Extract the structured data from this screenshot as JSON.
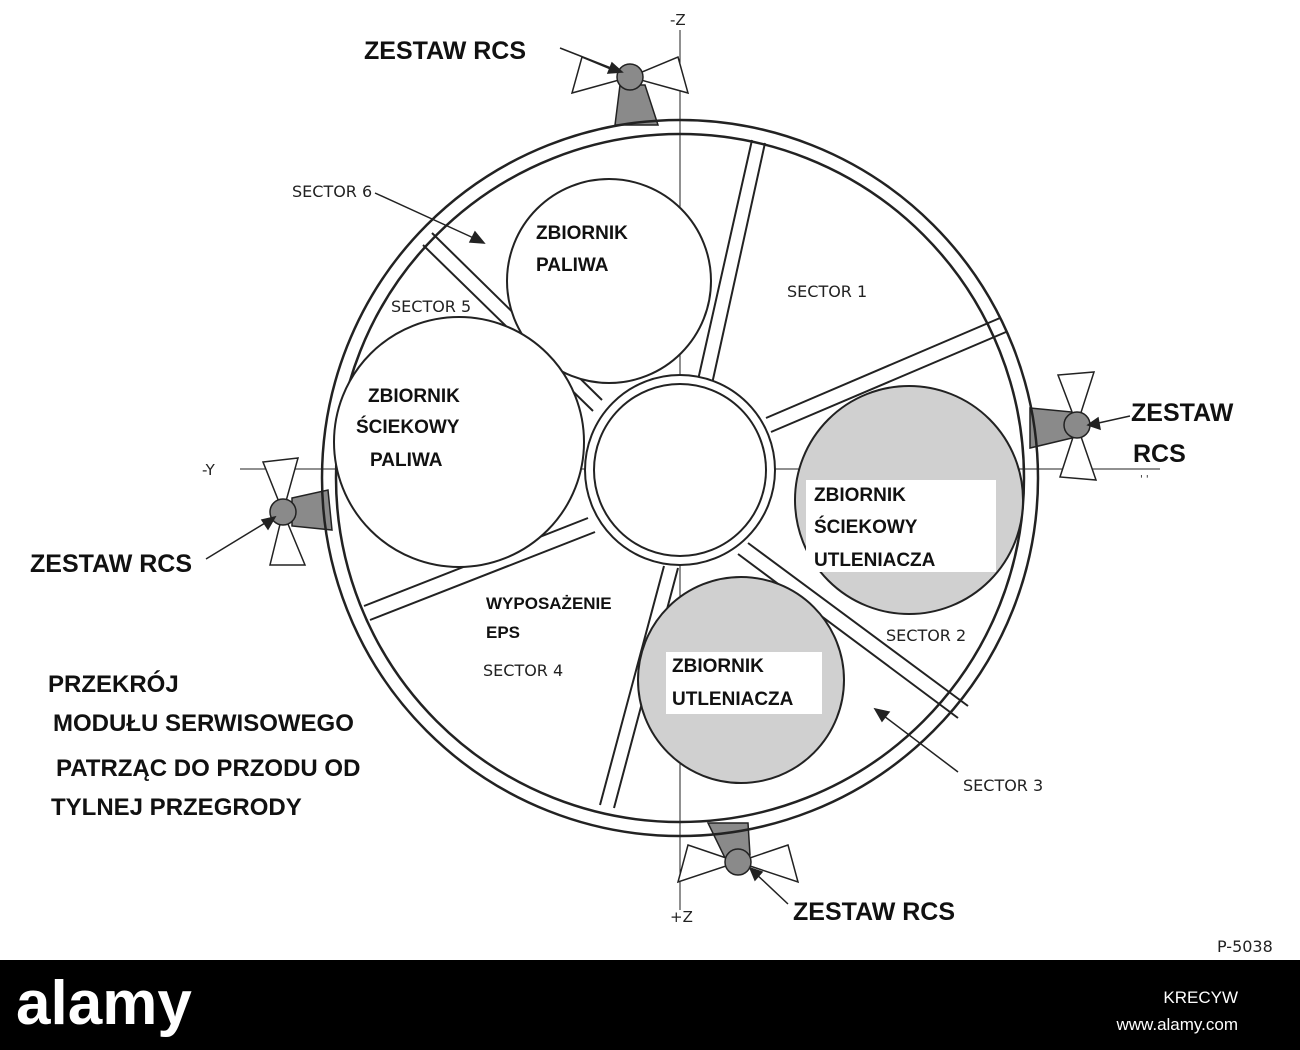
{
  "axis_labels": {
    "minus_z": "-Z",
    "plus_z": "+Z",
    "minus_y": "-Y",
    "plus_y": "' '"
  },
  "rcs": {
    "top": "ZESTAW RCS",
    "right_line1": "ZESTAW",
    "right_line2": "RCS",
    "left": "ZESTAW RCS",
    "bottom": "ZESTAW RCS"
  },
  "sectors": {
    "s1": "SECTOR 1",
    "s2": "SECTOR 2",
    "s3": "SECTOR 3",
    "s4": "SECTOR 4",
    "s5": "SECTOR 5",
    "s6": "SECTOR 6"
  },
  "tanks": {
    "fuel_storage": {
      "line1": "ZBIORNIK",
      "line2": "PALIWA"
    },
    "fuel_sump": {
      "line1": "ZBIORNIK",
      "line2": "ŚCIEKOWY",
      "line3": "PALIWA"
    },
    "oxidizer_sump": {
      "line1": "ZBIORNIK",
      "line2": "ŚCIEKOWY",
      "line3": "UTLENIACZA"
    },
    "oxidizer_storage": {
      "line1": "ZBIORNIK",
      "line2": "UTLENIACZA"
    }
  },
  "eps": {
    "line1": "WYPOSAŻENIE",
    "line2": "EPS"
  },
  "caption": {
    "line1": "PRZEKRÓJ",
    "line2": "MODUŁU SERWISOWEGO",
    "line3": "PATRZĄC DO PRZODU OD",
    "line4": "TYLNEJ PRZEGRODY"
  },
  "figure_id": "P-5038",
  "watermark": {
    "logo": "alamy",
    "image_id": "KRECYW",
    "url": "www.alamy.com"
  },
  "colors": {
    "tank_fill": "#d0d0d0",
    "rcs_fill": "#8a8a8a",
    "footer": "#000000"
  }
}
